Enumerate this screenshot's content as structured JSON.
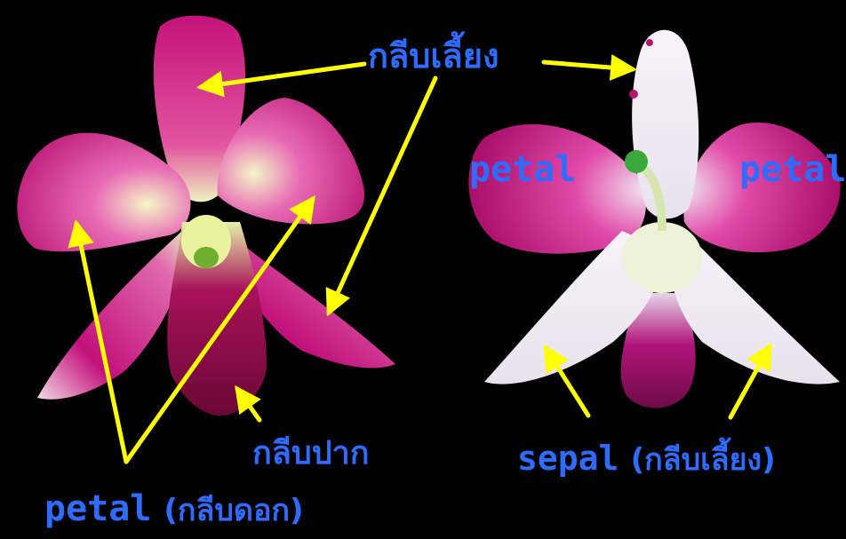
{
  "image": {
    "background": "#000000",
    "accent_colors": {
      "label_yellow": "#ffff33",
      "label_blue": "#2f6bff",
      "arrow": "#ffff00",
      "petal_magenta": "#c8127a",
      "petal_white": "#f2eef5",
      "lip_dark": "#7a0a3c",
      "column_green": "#3aa83a"
    },
    "labels": {
      "sepal_top_thai": "กลีบเลี้ยง",
      "left_petal_en": "petal",
      "left_petal_thai": "(กลีบดอก)",
      "lip_thai": "กลีบปาก",
      "right_petal_left_en": "petal",
      "right_petal_right_en": "petal",
      "right_sepal_en": "sepal",
      "right_sepal_thai": "(กลีบเลี้ยง)"
    }
  }
}
